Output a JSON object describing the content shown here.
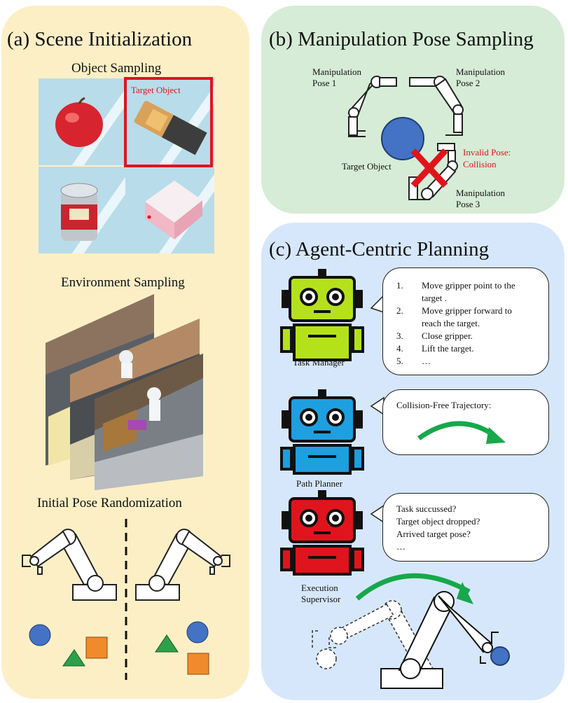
{
  "panel_a": {
    "title": "(a) Scene Initialization",
    "object_sampling": "Object Sampling",
    "target_object": "Target Object",
    "environment_sampling": "Environment Sampling",
    "initial_pose": "Initial Pose Randomization"
  },
  "panel_b": {
    "title": "(b) Manipulation Pose Sampling",
    "pose1": [
      "Manipulation",
      "Pose 1"
    ],
    "pose2": [
      "Manipulation",
      "Pose 2"
    ],
    "pose3": [
      "Manipulation",
      "Pose 3"
    ],
    "target_object": "Target Object",
    "invalid": [
      "Invalid Pose:",
      "Collision"
    ]
  },
  "panel_c": {
    "title": "(c) Agent-Centric Planning",
    "task_manager": {
      "label": "Task Manager",
      "steps": [
        {
          "n": "1.",
          "lines": [
            "Move gripper point to the",
            "target ."
          ]
        },
        {
          "n": "2.",
          "lines": [
            "Move gripper forward to",
            "reach the target."
          ]
        },
        {
          "n": "3.",
          "lines": [
            "Close gripper."
          ]
        },
        {
          "n": "4.",
          "lines": [
            "Lift the target."
          ]
        },
        {
          "n": "5.",
          "lines": [
            "…"
          ]
        }
      ]
    },
    "path_planner": {
      "label": "Path Planner",
      "bubble": "Collision-Free Trajectory:"
    },
    "supervisor": {
      "label": [
        "Execution",
        "Supervisor"
      ],
      "lines": [
        "Task succussed?",
        "Target object dropped?",
        "Arrived target pose?",
        "…"
      ]
    }
  },
  "colors": {
    "panel_a_bg": "#fcefc6",
    "panel_b_bg": "#d6ecd6",
    "panel_c_bg": "#d6e7fb",
    "robot_green": "#b5e11a",
    "robot_blue": "#1d9fe0",
    "robot_red": "#e0141c",
    "arrow_green": "#16a84a",
    "target_blue": "#4472c4",
    "highlight_red": "#e0141c"
  }
}
